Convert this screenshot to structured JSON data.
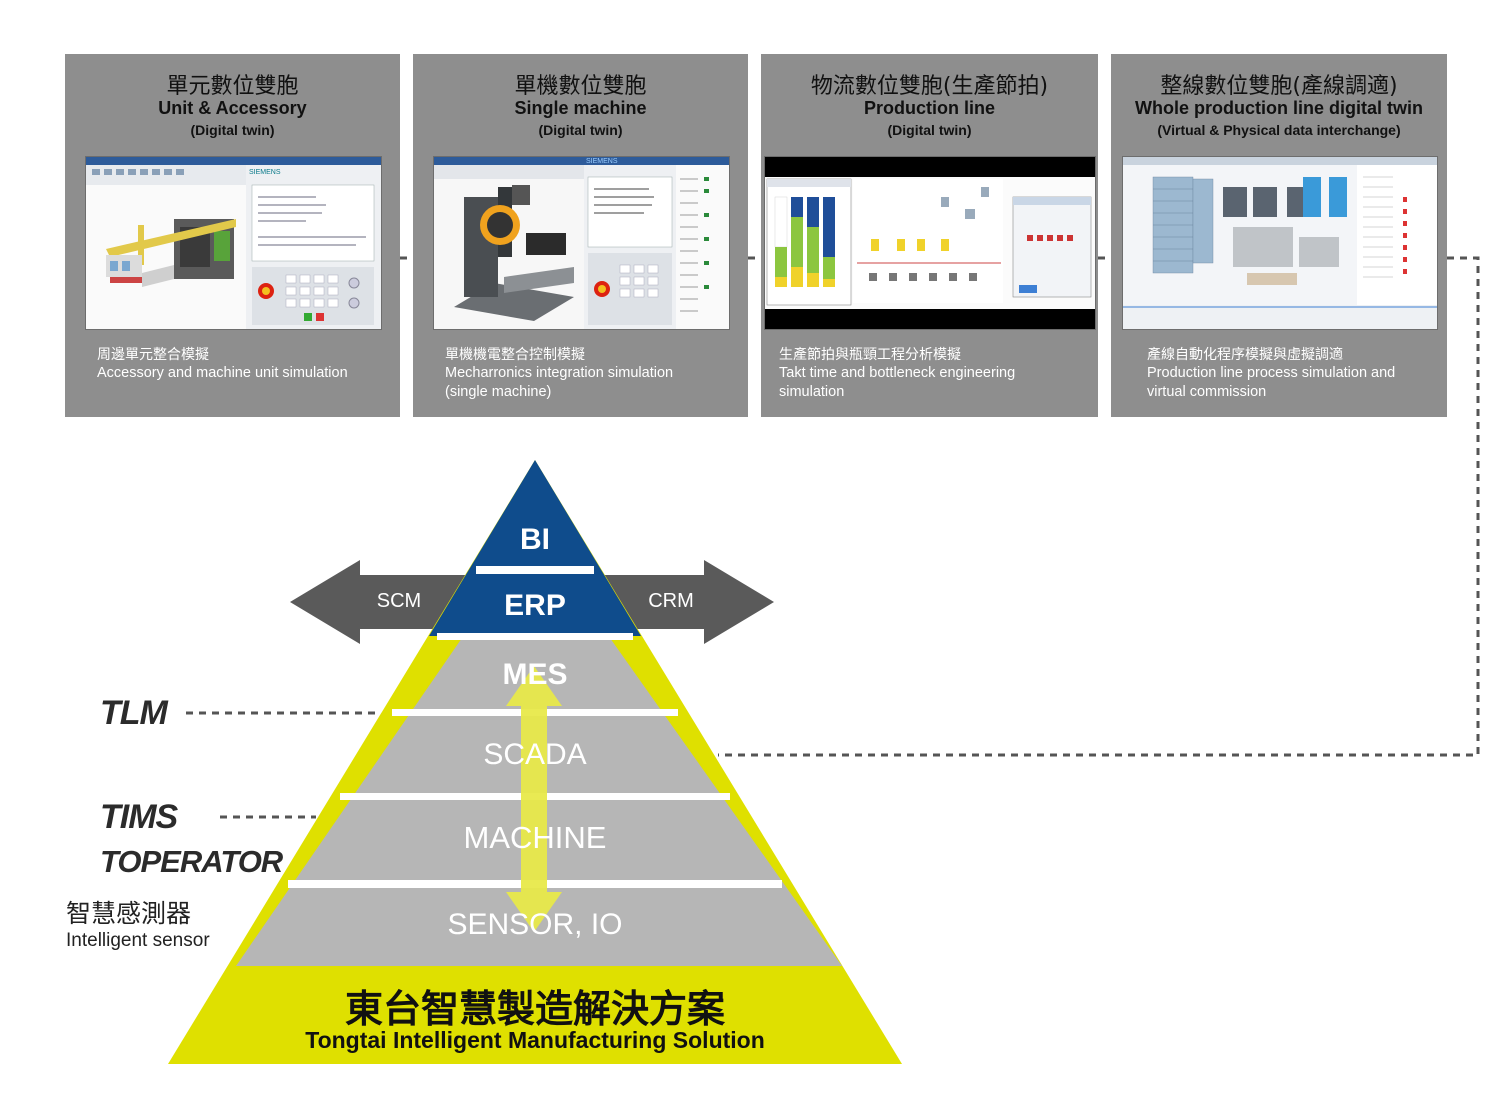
{
  "cards": [
    {
      "title_zh": "單元數位雙胞",
      "title_en": "Unit & Accessory",
      "subtitle": "(Digital twin)",
      "desc_zh": "周邊單元整合模擬",
      "desc_en": [
        "Accessory and machine unit simulation"
      ],
      "screenshot_brand": "SIEMENS"
    },
    {
      "title_zh": "單機數位雙胞",
      "title_en": "Single machine",
      "subtitle": "(Digital twin)",
      "desc_zh": "單機機電整合控制模擬",
      "desc_en": [
        "Mecharronics integration simulation",
        "(single machine)"
      ],
      "screenshot_brand": "SIEMENS"
    },
    {
      "title_zh": "物流數位雙胞(生產節拍)",
      "title_en": "Production line",
      "subtitle": "(Digital twin)",
      "desc_zh": "生產節拍與瓶頸工程分析模擬",
      "desc_en": [
        "Takt time and bottleneck engineering",
        "simulation"
      ]
    },
    {
      "title_zh": "整線數位雙胞(產線調適)",
      "title_en": "Whole production line digital twin",
      "subtitle": "(Virtual & Physical data interchange)",
      "desc_zh": "產線自動化程序模擬與虛擬調適",
      "desc_en": [
        "Production line process simulation and",
        "virtual commission"
      ]
    }
  ],
  "pyramid": {
    "levels": [
      {
        "label": "BI"
      },
      {
        "label": "ERP"
      },
      {
        "label": "MES"
      },
      {
        "label": "SCADA"
      },
      {
        "label": "MACHINE"
      },
      {
        "label": "SENSOR, IO"
      }
    ],
    "left_arrow": "SCM",
    "right_arrow": "CRM",
    "base_zh": "東台智慧製造解決方案",
    "base_en": "Tongtai Intelligent Manufacturing Solution"
  },
  "side": {
    "tlm": "TLM",
    "tims": "TIMS",
    "toperator": "TOPERATOR",
    "sensor_zh": "智慧感測器",
    "sensor_en": "Intelligent sensor"
  },
  "colors": {
    "card_bg": "#8e8e8e",
    "pyramid_blue": "#0f4c8c",
    "pyramid_gray": "#b6b6b6",
    "pyramid_yellow": "#dfe000",
    "arrow_gray": "#5a5a5a",
    "dash": "#555555"
  }
}
